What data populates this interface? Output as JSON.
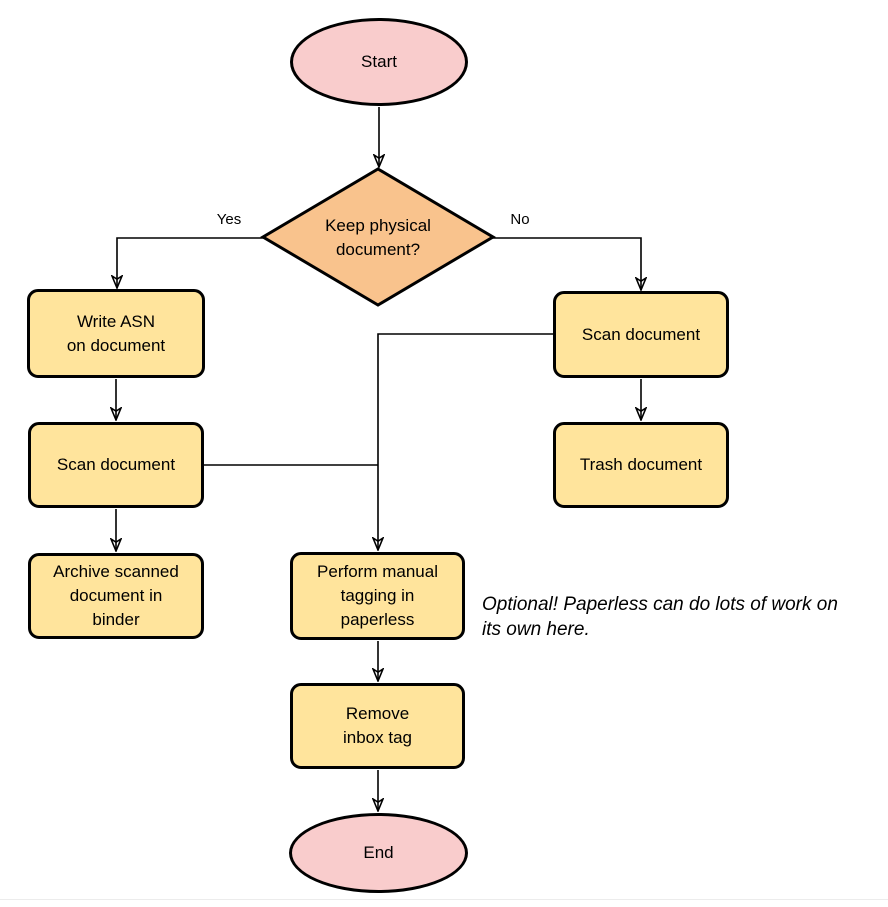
{
  "colors": {
    "terminal_fill": "#f9cccc",
    "decision_fill": "#f9c38d",
    "process_fill": "#ffe49c",
    "stroke": "#000000"
  },
  "nodes": {
    "start": {
      "type": "terminal",
      "label": "Start"
    },
    "decision": {
      "type": "decision",
      "label": "Keep physical\ndocument?"
    },
    "write_asn": {
      "type": "process",
      "label": "Write ASN\non document"
    },
    "scan_left": {
      "type": "process",
      "label": "Scan document"
    },
    "archive": {
      "type": "process",
      "label": "Archive scanned\ndocument in\nbinder"
    },
    "scan_right": {
      "type": "process",
      "label": "Scan document"
    },
    "trash": {
      "type": "process",
      "label": "Trash document"
    },
    "tagging": {
      "type": "process",
      "label": "Perform manual\ntagging in\npaperless"
    },
    "remove_tag": {
      "type": "process",
      "label": "Remove\ninbox tag"
    },
    "end": {
      "type": "terminal",
      "label": "End"
    }
  },
  "edge_labels": {
    "yes": "Yes",
    "no": "No"
  },
  "note": "Optional! Paperless can do lots of work on\nits own here."
}
